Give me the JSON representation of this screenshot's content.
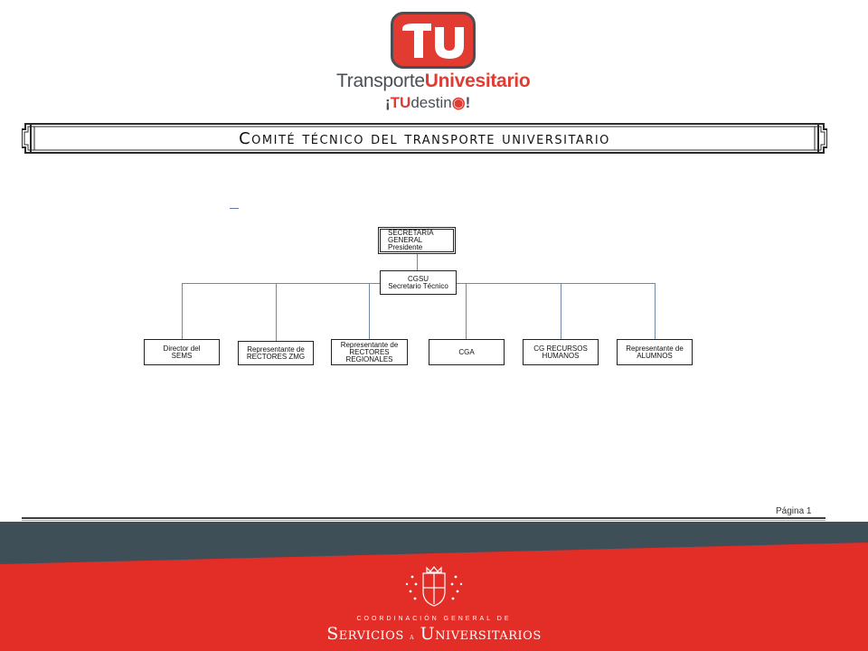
{
  "logo": {
    "brand_part1": "Transporte",
    "brand_part2": "Univesitario",
    "slogan_part1": "¡",
    "slogan_part2": "TU",
    "slogan_part3": "destin",
    "slogan_part4": "!"
  },
  "banner": {
    "title": "Comité técnico del transporte universitario"
  },
  "org_chart": {
    "top": "SECRETARÍA\nGENERAL\nPresidente",
    "secretary": "CGSU\nSecretario Técnico",
    "members": [
      "Director del\nSEMS",
      "Representante de\nRECTORES ZMG",
      "Representante de\nRECTORES\nREGIONALES",
      "CGA",
      "CG RECURSOS\nHUMANOS",
      "Representante de\nALUMNOS"
    ]
  },
  "footer": {
    "page_label": "Página 1",
    "coordination": "COORDINACIÓN GENERAL DE",
    "services_part1": "Servicios",
    "services_part2": "a",
    "services_part3": "Universitarios"
  },
  "colors": {
    "brand_red": "#e23b32",
    "brand_gray": "#4a4f55",
    "footer_gray": "#3f4f58",
    "footer_red": "#e32d27"
  }
}
